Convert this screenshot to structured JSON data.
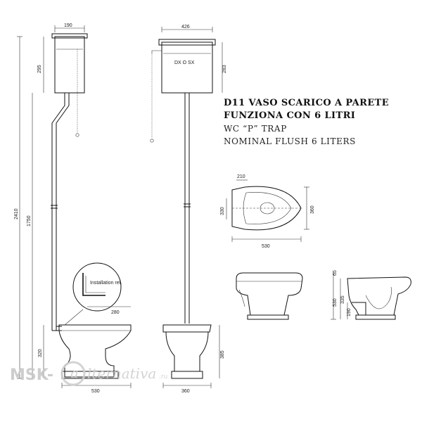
{
  "title": {
    "line1": "D11 VASO SCARICO A PARETE",
    "line2": "FUNZIONA CON 6 LITRI",
    "line3": "WC “P” TRAP",
    "line4": "NOMINAL FLUSH 6 LITERS"
  },
  "side_view": {
    "tank_width": "190",
    "tank_height": "295",
    "total_height": "2410",
    "pipe_height": "1750",
    "seat_height": "320",
    "bowl_width": "530",
    "detail_width": "280",
    "detail_label": "Installation ref."
  },
  "front_view": {
    "tank_width": "426",
    "tank_label": "DX O SX",
    "tank_height": "283",
    "bowl_height": "385",
    "base_width": "360"
  },
  "plan_view": {
    "a": "210",
    "b": "330",
    "c": "360",
    "width": "530"
  },
  "profile_view": {
    "top": "65",
    "height": "335",
    "total": "530",
    "outlet": "190"
  },
  "watermark": {
    "left": "MSK-",
    "right": "lternativa",
    "suffix": ".ru"
  }
}
